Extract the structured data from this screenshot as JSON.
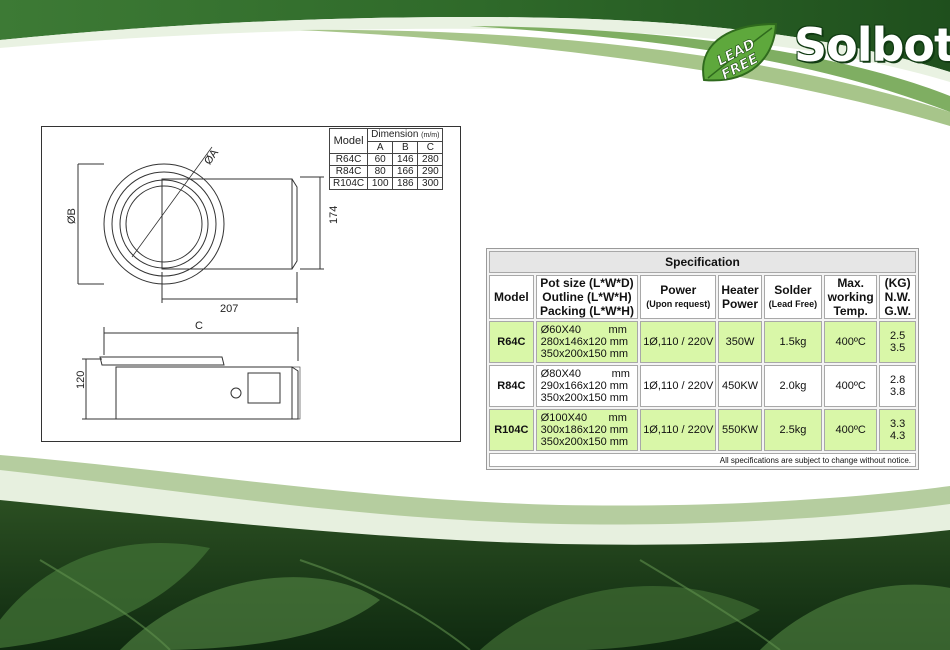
{
  "brand": {
    "name": "Solbot",
    "badge_line1": "LEAD",
    "badge_line2": "FREE"
  },
  "drawing": {
    "labels": {
      "diameter_a": "ØA",
      "diameter_b": "ØB",
      "depth": "174",
      "width": "207",
      "length": "C",
      "height": "120"
    }
  },
  "dimension_table": {
    "model_header": "Model",
    "dimension_header": "Dimension",
    "unit": "(m/m)",
    "columns": [
      "A",
      "B",
      "C"
    ],
    "rows": [
      {
        "model": "R64C",
        "a": "60",
        "b": "146",
        "c": "280"
      },
      {
        "model": "R84C",
        "a": "80",
        "b": "166",
        "c": "290"
      },
      {
        "model": "R104C",
        "a": "100",
        "b": "186",
        "c": "300"
      }
    ]
  },
  "spec": {
    "title": "Specification",
    "headers": {
      "model": "Model",
      "pot_1": "Pot size (L*W*D)",
      "pot_2": "Outline (L*W*H)",
      "pot_3": "Packing (L*W*H)",
      "power_1": "Power",
      "power_2": "(Upon request)",
      "heater_1": "Heater",
      "heater_2": "Power",
      "solder_1": "Solder",
      "solder_2": "(Lead Free)",
      "temp_1": "Max.",
      "temp_2": "working",
      "temp_3": "Temp.",
      "weight_1": "(KG)",
      "weight_2": "N.W.",
      "weight_3": "G.W."
    },
    "rows": [
      {
        "model": "R64C",
        "pot": "Ø60X40",
        "pot_unit": "mm",
        "outline": "280x146x120 mm",
        "packing": "350x200x150 mm",
        "power": "1Ø,110 / 220V",
        "heater": "350W",
        "solder": "1.5kg",
        "temp": "400ºC",
        "nw": "2.5",
        "gw": "3.5"
      },
      {
        "model": "R84C",
        "pot": "Ø80X40",
        "pot_unit": "mm",
        "outline": "290x166x120 mm",
        "packing": "350x200x150 mm",
        "power": "1Ø,110 / 220V",
        "heater": "450KW",
        "solder": "2.0kg",
        "temp": "400ºC",
        "nw": "2.8",
        "gw": "3.8"
      },
      {
        "model": "R104C",
        "pot": "Ø100X40",
        "pot_unit": "mm",
        "outline": "300x186x120 mm",
        "packing": "350x200x150 mm",
        "power": "1Ø,110 / 220V",
        "heater": "550KW",
        "solder": "2.5kg",
        "temp": "400ºC",
        "nw": "3.3",
        "gw": "4.3"
      }
    ],
    "note": "All specifications are subject to change without notice."
  }
}
